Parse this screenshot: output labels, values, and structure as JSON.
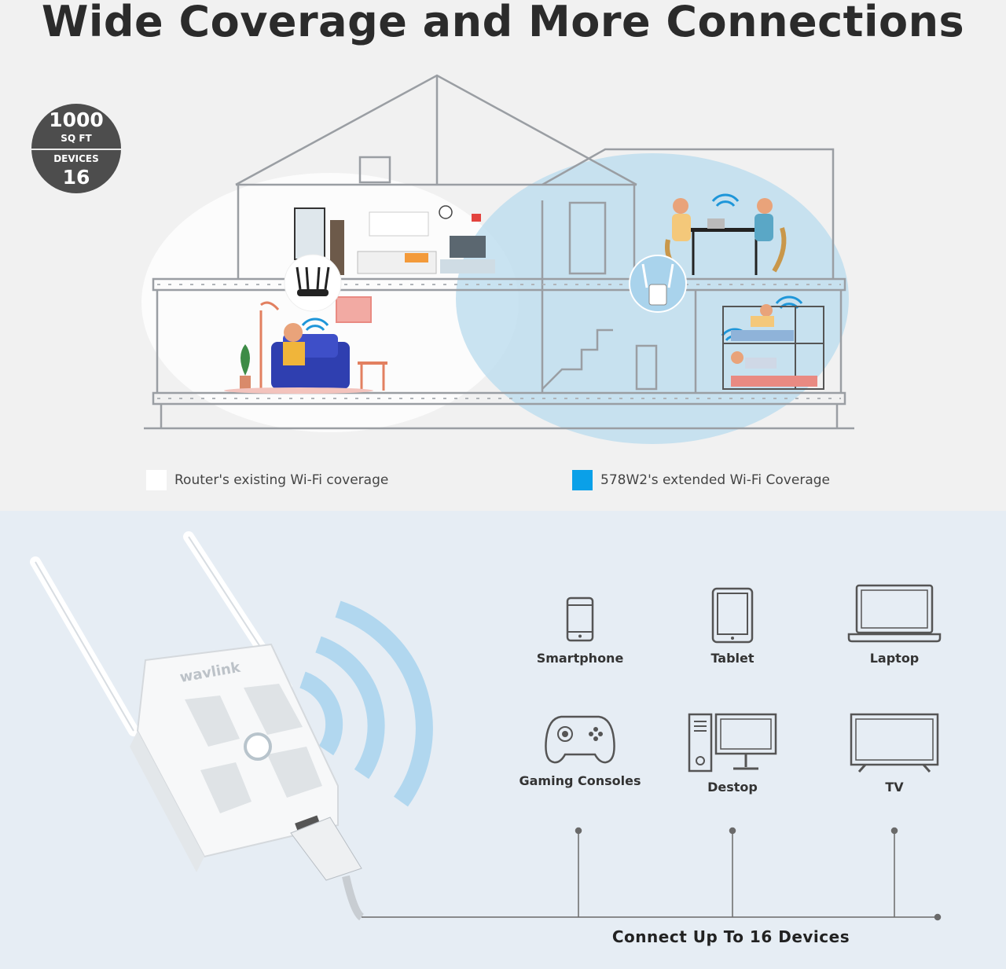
{
  "header": {
    "title": "Wide Coverage and More Connections"
  },
  "badge": {
    "area_value": "1000",
    "area_unit": "SQ FT",
    "devices_label": "DEVICES",
    "devices_value": "16"
  },
  "legend": {
    "router": {
      "label": "Router's existing Wi-Fi coverage",
      "color": "#ffffff"
    },
    "extender": {
      "label": "578W2's extended Wi-Fi Coverage",
      "color": "#0aa0e8"
    }
  },
  "product": {
    "brand": "wavlink"
  },
  "devices": [
    {
      "label": "Smartphone",
      "icon": "smartphone-icon"
    },
    {
      "label": "Tablet",
      "icon": "tablet-icon"
    },
    {
      "label": "Laptop",
      "icon": "laptop-icon"
    },
    {
      "label": "Gaming Consoles",
      "icon": "gamepad-icon"
    },
    {
      "label": "Destop",
      "icon": "desktop-icon"
    },
    {
      "label": "TV",
      "icon": "tv-icon"
    }
  ],
  "connect_caption": "Connect Up To 16 Devices"
}
